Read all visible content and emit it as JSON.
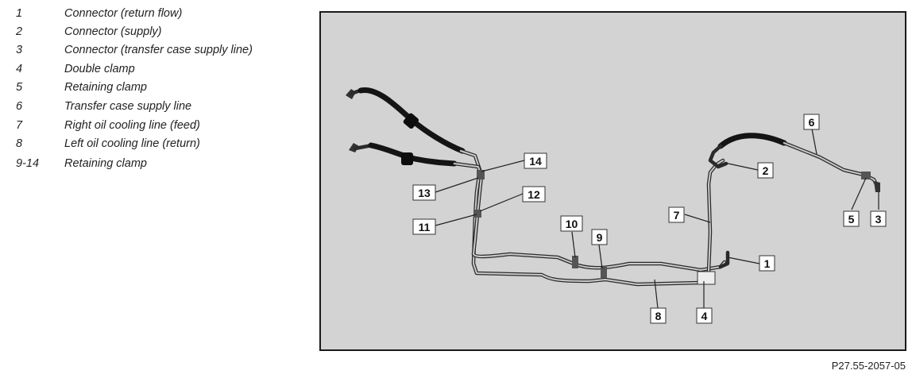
{
  "legend": [
    {
      "num": "1",
      "text": "Connector (return flow)"
    },
    {
      "num": "2",
      "text": "Connector (supply)"
    },
    {
      "num": "3",
      "text": "Connector (transfer case supply line)"
    },
    {
      "num": "4",
      "text": "Double clamp"
    },
    {
      "num": "5",
      "text": "Retaining clamp"
    },
    {
      "num": "6",
      "text": "Transfer case supply line"
    },
    {
      "num": "7",
      "text": "Right oil cooling line (feed)"
    },
    {
      "num": "8",
      "text": "Left oil cooling line (return)"
    },
    {
      "num": "9-14",
      "text": "Retaining clamp"
    }
  ],
  "callouts": [
    "1",
    "2",
    "3",
    "4",
    "5",
    "6",
    "7",
    "8",
    "9",
    "10",
    "11",
    "12",
    "13",
    "14"
  ],
  "reference_code": "P27.55-2057-05",
  "colors": {
    "figure_bg": "#d3d3d3",
    "frame": "#1a1a1a",
    "hose": "#141414"
  }
}
